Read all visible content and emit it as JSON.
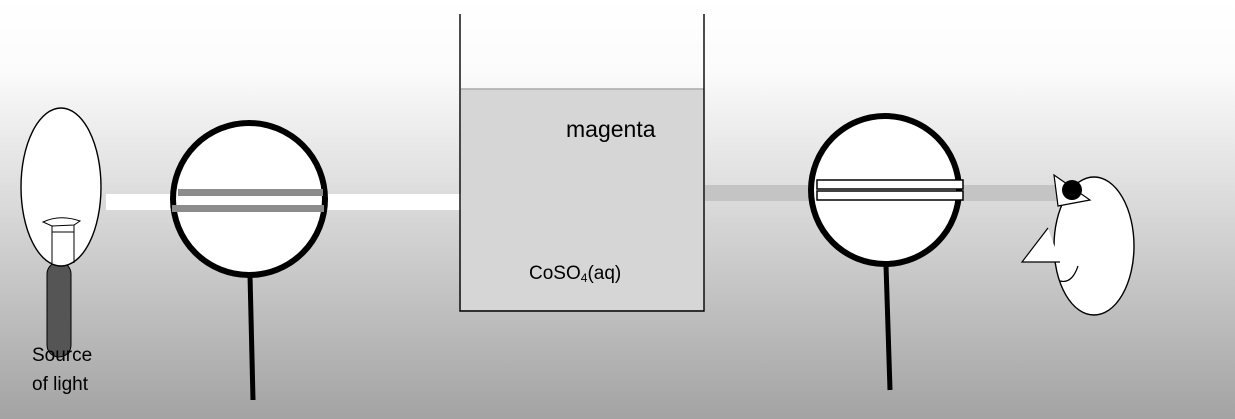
{
  "labels": {
    "source_line1": "Source",
    "source_line2": "of light",
    "solution_color": "magenta",
    "solution_formula_prefix": "CoSO",
    "solution_formula_subscript": "4",
    "solution_formula_suffix": "(aq)"
  },
  "colors": {
    "background_top": "#ffffff",
    "background_bottom": "#a3a3a3",
    "solution_fill": "#d6d6d6",
    "outgoing_beam": "#c4c4c4",
    "filter_stripe": "#8c8c8c",
    "bulb_base": "#555555"
  },
  "icons": {
    "source": "light-bulb-icon",
    "filter": "magnifier-filter-icon",
    "observer": "eye-face-icon"
  }
}
